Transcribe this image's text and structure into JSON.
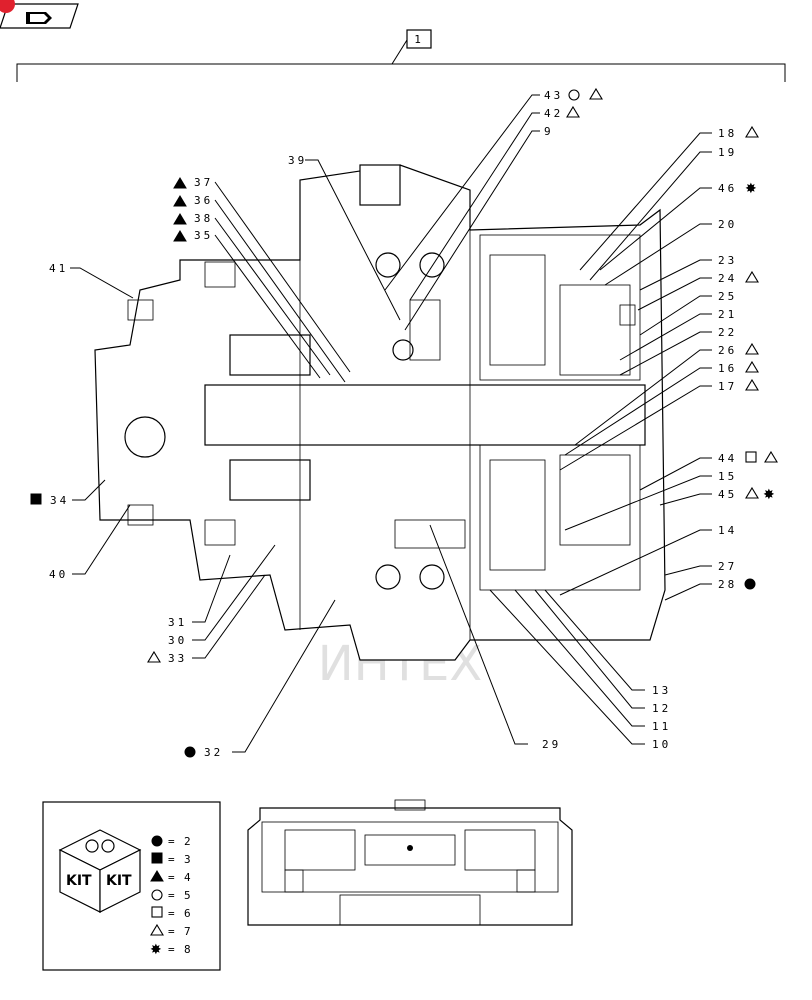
{
  "group_box_label": "1",
  "watermark_text": "ИНТЕХ",
  "legend": {
    "kit_labels": [
      "KIT",
      "KIT"
    ],
    "entries": [
      {
        "symbol": "filled-circle",
        "value": "2"
      },
      {
        "symbol": "filled-square",
        "value": "3"
      },
      {
        "symbol": "filled-triangle",
        "value": "4"
      },
      {
        "symbol": "open-circle",
        "value": "5"
      },
      {
        "symbol": "open-square",
        "value": "6"
      },
      {
        "symbol": "open-triangle",
        "value": "7"
      },
      {
        "symbol": "filled-star",
        "value": "8"
      }
    ]
  },
  "callouts": {
    "c43": "43",
    "c42": "42",
    "c9": "9",
    "c39": "39",
    "c37": "37",
    "c36": "36",
    "c38": "38",
    "c35": "35",
    "c41": "41",
    "c34": "34",
    "c40": "40",
    "c18": "18",
    "c19": "19",
    "c46": "46",
    "c20": "20",
    "c23": "23",
    "c24": "24",
    "c25": "25",
    "c21": "21",
    "c22": "22",
    "c26": "26",
    "c16": "16",
    "c17": "17",
    "c44": "44",
    "c15": "15",
    "c45": "45",
    "c14": "14",
    "c27": "27",
    "c28": "28",
    "c31": "31",
    "c30": "30",
    "c33": "33",
    "c32": "32",
    "c13": "13",
    "c12": "12",
    "c11": "11",
    "c10": "10",
    "c29": "29"
  }
}
